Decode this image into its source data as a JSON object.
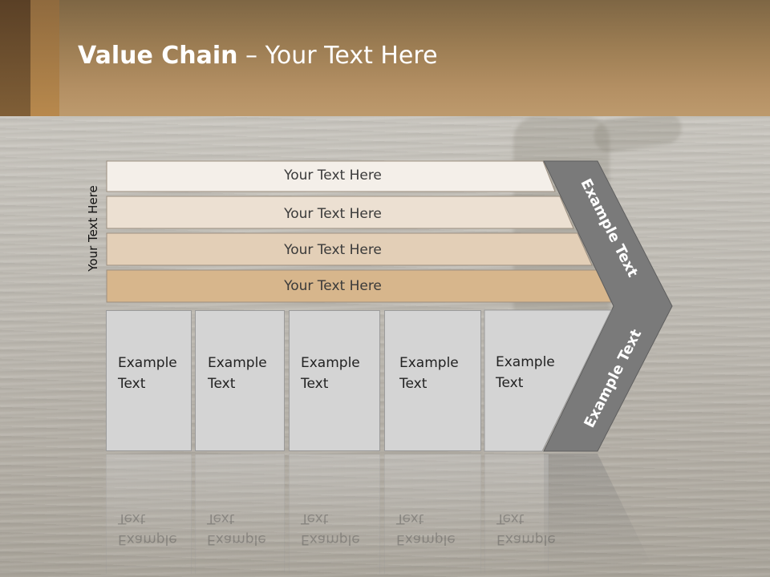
{
  "header": {
    "title_bold": "Value Chain",
    "title_rest": " – Your Text Here"
  },
  "side_label": "Your Text Here",
  "rows": [
    {
      "label": "Your Text Here",
      "color": "#f4efe9"
    },
    {
      "label": "Your Text Here",
      "color": "#ece0d2"
    },
    {
      "label": "Your Text Here",
      "color": "#e3cfb7"
    },
    {
      "label": "Your Text Here",
      "color": "#d7b68c"
    }
  ],
  "boxes": [
    {
      "text": "Example\nText"
    },
    {
      "text": "Example\nText"
    },
    {
      "text": "Example\nText"
    },
    {
      "text": "Example\nText"
    },
    {
      "text": "Example\nText"
    }
  ],
  "chevron": {
    "upper_label": "Example Text",
    "lower_label": "Example Text",
    "color": "#7a7a7a"
  }
}
